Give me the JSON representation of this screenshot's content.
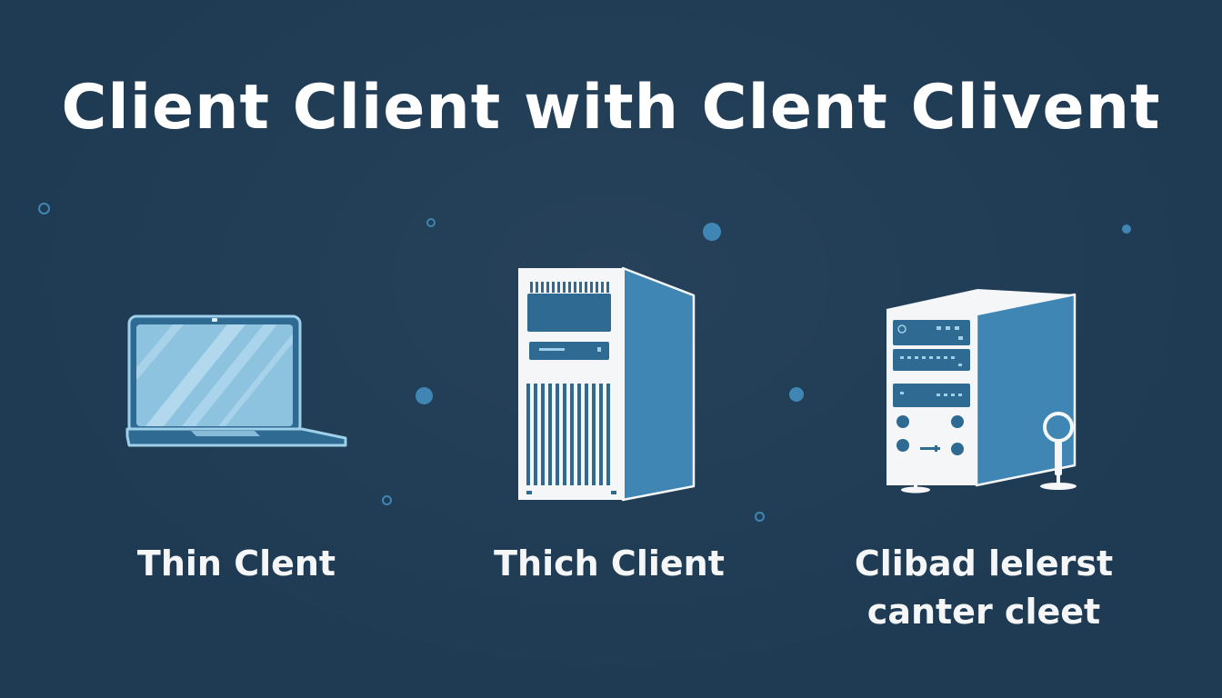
{
  "title": "Client Client with Clent Clivent",
  "colors": {
    "background": "#1f3b54",
    "accent": "#3f86b4",
    "light": "#f4f6f8",
    "screen": "#7fb7d8"
  },
  "items": [
    {
      "icon": "laptop-icon",
      "label": "Thin Clent"
    },
    {
      "icon": "tower-computer-icon",
      "label": "Thich Client"
    },
    {
      "icon": "server-rack-icon",
      "label_line1": "Clibad lelerst",
      "label_line2": "canter cleet"
    }
  ]
}
